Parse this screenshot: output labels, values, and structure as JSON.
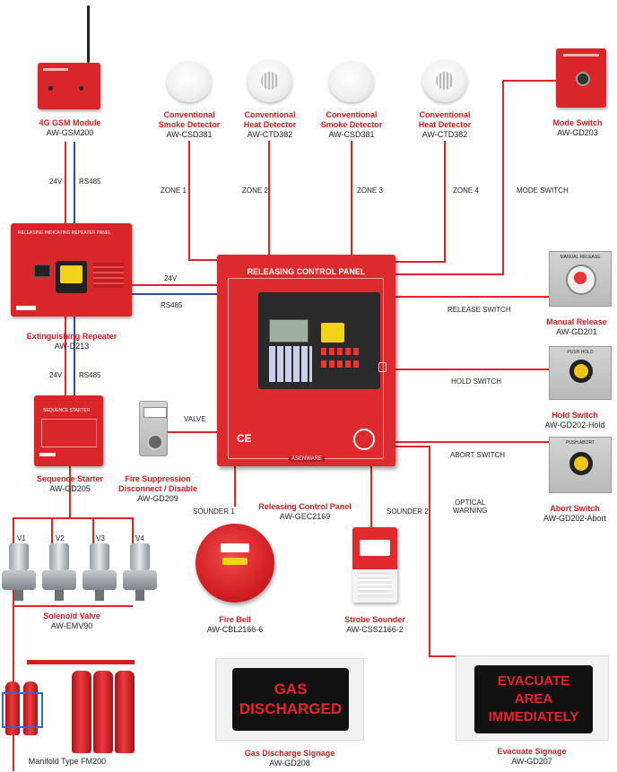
{
  "panel": {
    "header": "RELEASING CONTROL PANEL",
    "name": "Releasing Control Panel",
    "model": "AW-GEC2169",
    "brand": "ASENWARE"
  },
  "devices": {
    "gsm": {
      "name": "4G GSM Module",
      "model": "AW-GSM200"
    },
    "smoke1": {
      "name": "Conventional\nSmoke Detector",
      "model": "AW-CSD381"
    },
    "heat1": {
      "name": "Conventional\nHeat Detector",
      "model": "AW-CTD382"
    },
    "smoke2": {
      "name": "Conventional\nSmoke Detector",
      "model": "AW-CSD381"
    },
    "heat2": {
      "name": "Conventional\nHeat Detector",
      "model": "AW-CTD382"
    },
    "mode": {
      "name": "Mode Switch",
      "model": "AW-GD203"
    },
    "repeater": {
      "name": "Extinguishing Repeater",
      "model": "AW-D213",
      "header": "RELEASING INDICATING REPEATER PANEL"
    },
    "starter": {
      "name": "Sequence Starter",
      "model": "AW-GD205",
      "header": "SEQUENCE STARTER"
    },
    "suppression": {
      "name": "Fire Suppression\nDisconnect / Disable",
      "model": "AW-GD209"
    },
    "manual": {
      "name": "Manual Release",
      "model": "AW-GD201",
      "plate": "MANUAL RELEASE"
    },
    "hold": {
      "name": "Hold Switch",
      "model": "AW-GD202-Hold",
      "plate": "PUSH HOLD"
    },
    "abort": {
      "name": "Abort Switch",
      "model": "AW-GD202-Abort",
      "plate": "PUSH ABORT"
    },
    "solenoid": {
      "name": "Solenoid Valve",
      "model": "AW-EMV90"
    },
    "bell": {
      "name": "Fire Bell",
      "model": "AW-CBL2166-6"
    },
    "strobe": {
      "name": "Strobe Sounder",
      "model": "AW-CSS2166-2"
    },
    "manifold": {
      "name": "Manifold Type FM200"
    },
    "gas_sign": {
      "name": "Gas Discharge Signage",
      "model": "AW-GD208",
      "text": "GAS\nDISCHARGED"
    },
    "evac_sign": {
      "name": "Evacuate Signage",
      "model": "AW-GD207",
      "text": "EVACUATE\nAREA\nIMMEDIATELY"
    }
  },
  "wires": {
    "v24": "24V",
    "rs485": "RS485",
    "zone1": "ZONE 1",
    "zone2": "ZONE 2",
    "zone3": "ZONE 3",
    "zone4": "ZONE 4",
    "mode_switch": "MODE SWITCH",
    "release_switch": "RELEASE SWITCH",
    "hold_switch": "HOLD SWITCH",
    "abort_switch": "ABORT SWITCH",
    "valve": "VALVE",
    "sounder1": "SOUNDER 1",
    "sounder2": "SOUNDER 2",
    "optical_warning": "OPTICAL\nWARNING",
    "v1": "V1",
    "v2": "V2",
    "v3": "V3",
    "v4": "V4"
  },
  "colors": {
    "wire_red": "#e0242a",
    "wire_blue": "#2a4ea8",
    "label_red": "#d32020"
  }
}
